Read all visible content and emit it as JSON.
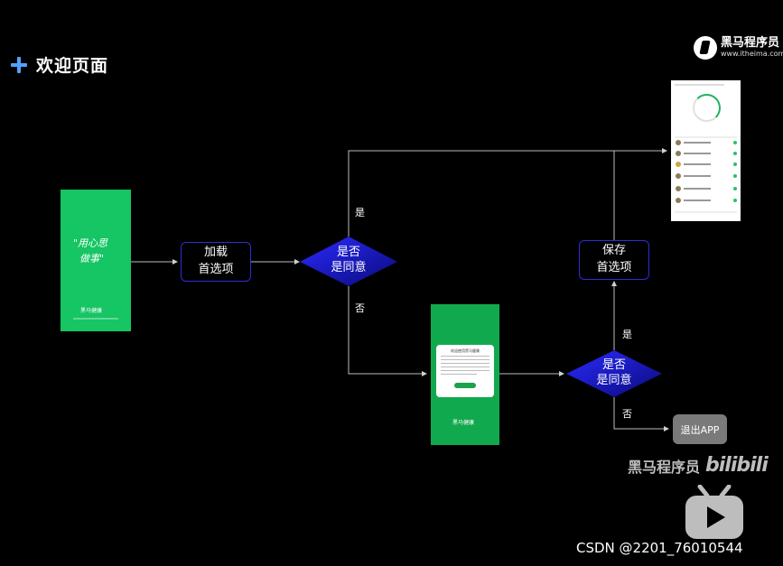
{
  "title": "欢迎页面",
  "logo": {
    "name": "黑马程序员",
    "url": "www.itheima.com"
  },
  "nodes": {
    "load_prefs": [
      "加载",
      "首选项"
    ],
    "agree1": [
      "是否",
      "是同意"
    ],
    "agree2": [
      "是否",
      "是同意"
    ],
    "save_prefs": [
      "保存",
      "首选项"
    ],
    "exit_app": "退出APP"
  },
  "edges": {
    "yes1": "是",
    "no1": "否",
    "yes2": "是",
    "no2": "否"
  },
  "splash": {
    "slogan": "\"用心思\n  做事\"",
    "brand": "黑马健康"
  },
  "consent": {
    "dialog_title": "欢迎使用黑马健康",
    "brand": "黑马健康"
  },
  "watermark": {
    "text": "黑马程序员",
    "bili": "bilibili"
  },
  "csdn": "CSDN @2201_76010544",
  "colors": {
    "diamond_start": "#2b2bff",
    "diamond_end": "#0a0a7a",
    "box_border": "#2e2ed6",
    "splash_green": "#16c563"
  }
}
